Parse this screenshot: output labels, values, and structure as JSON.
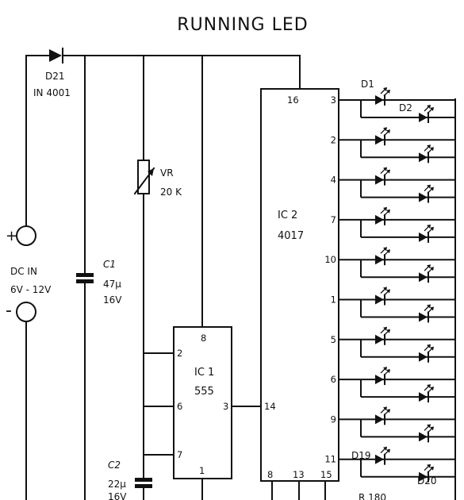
{
  "title": "RUNNING LED",
  "power_diode": {
    "name": "D21",
    "part": "IN 4001"
  },
  "dc_input": {
    "plus": "+",
    "minus": "-",
    "name": "DC IN",
    "range": "6V - 12V"
  },
  "c1": {
    "name": "C1",
    "value": "47µ",
    "voltage": "16V"
  },
  "c2": {
    "name": "C2",
    "value": "22µ",
    "voltage": "16V"
  },
  "vr": {
    "name": "VR",
    "value": "20 K"
  },
  "ic1": {
    "name": "IC 1",
    "part": "555",
    "pins": {
      "p8": "8",
      "p2": "2",
      "p6": "6",
      "p3": "3",
      "p7": "7",
      "p1": "1"
    }
  },
  "ic2": {
    "name": "IC 2",
    "part": "4017",
    "pin_vcc": "16",
    "pin_clk": "14",
    "bottom_pins": [
      "8",
      "13",
      "15"
    ],
    "outputs": [
      "3",
      "2",
      "4",
      "7",
      "10",
      "1",
      "5",
      "6",
      "9",
      "11"
    ]
  },
  "leds": {
    "d1": "D1",
    "d2": "D2",
    "d19": "D19",
    "d20": "D20"
  },
  "resistor_partial": "R 180"
}
